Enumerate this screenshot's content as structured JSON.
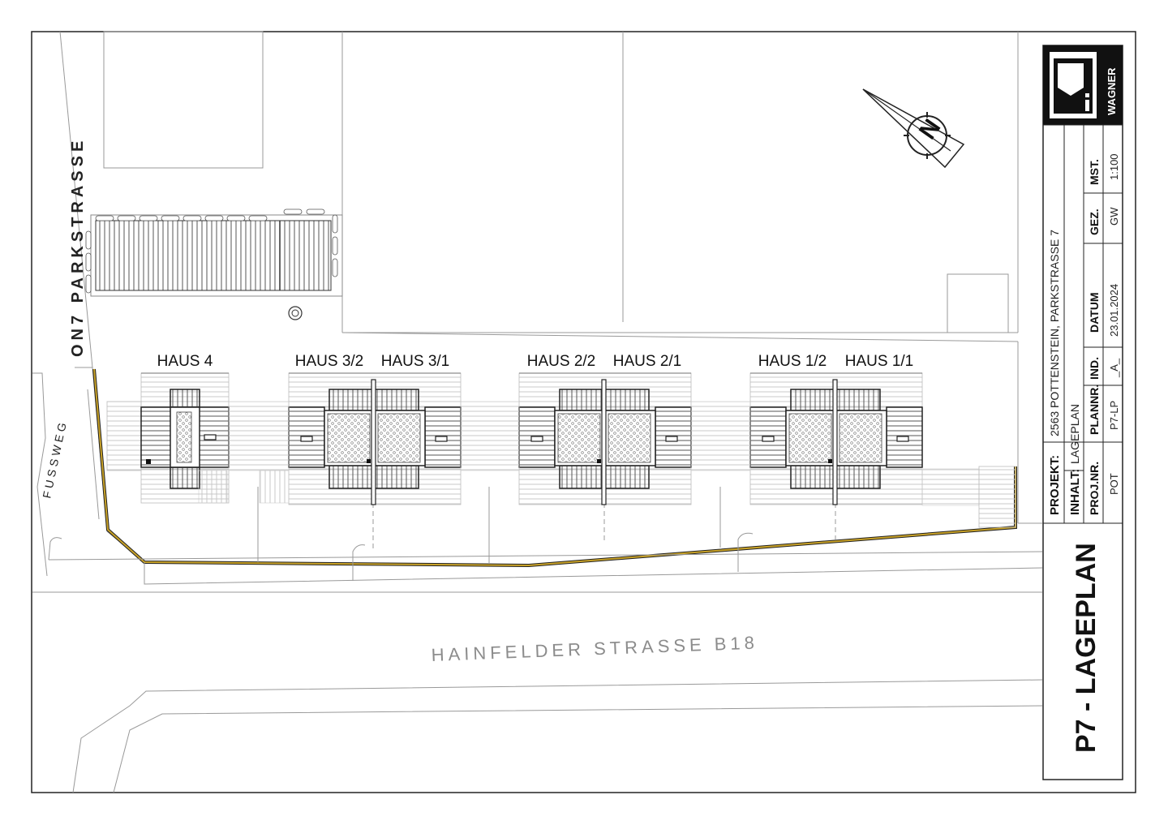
{
  "streets": {
    "parkstrasse": "ON7  PARKSTRASSE",
    "fussweg": "FUSSWEG",
    "hainfelder": "HAINFELDER STRASSE B18"
  },
  "houses": {
    "haus_4": "HAUS 4",
    "haus_3_2": "HAUS 3/2",
    "haus_3_1": "HAUS 3/1",
    "haus_2_2": "HAUS 2/2",
    "haus_2_1": "HAUS 2/1",
    "haus_1_2": "HAUS 1/2",
    "haus_1_1": "HAUS 1/1"
  },
  "compass": {
    "letter": "N"
  },
  "title_block": {
    "logo_text": "WAGNER",
    "row1": {
      "label": "PROJEKT:",
      "value": "2563 POTTENSTEIN, PARKSTRASSE 7"
    },
    "row2": {
      "label": "INHALT:",
      "value": "LAGEPLAN"
    },
    "headers": {
      "proj_nr": "PROJ.NR.",
      "plannr": "PLANNR.",
      "ind": "IND.",
      "datum": "DATUM",
      "gez": "GEZ.",
      "mst": "MST."
    },
    "values": {
      "proj_nr": "POT",
      "plannr": "P7-LP",
      "ind": "_A_",
      "datum": "23.01.2024",
      "gez": "GW",
      "mst": "1:100"
    },
    "plan_title": "P7 - LAGEPLAN"
  }
}
